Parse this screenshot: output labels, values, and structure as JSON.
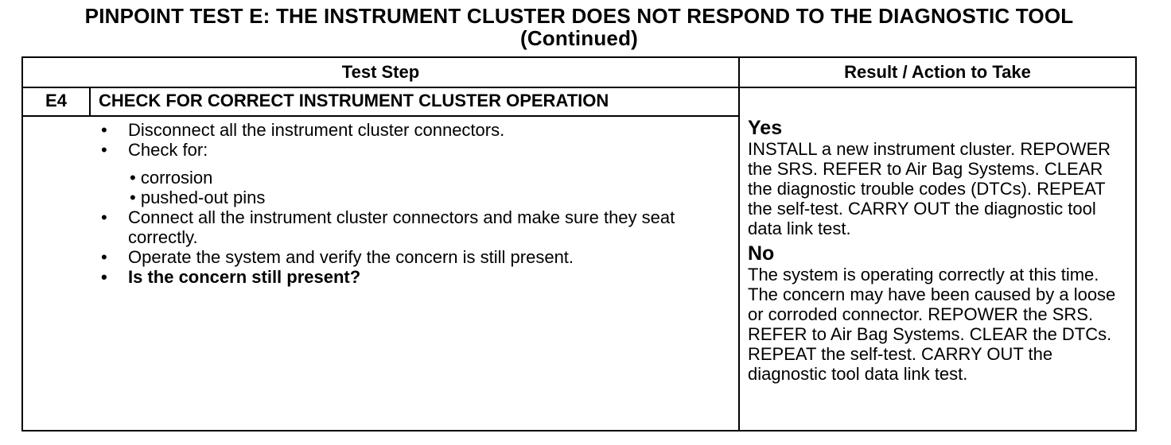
{
  "title": {
    "line1": "PINPOINT TEST  E: THE INSTRUMENT CLUSTER DOES NOT RESPOND TO THE DIAGNOSTIC TOOL",
    "line2": "(Continued)"
  },
  "table": {
    "headers": {
      "test_step": "Test Step",
      "result": "Result / Action to Take"
    },
    "step": {
      "id": "E4",
      "title": "CHECK FOR CORRECT INSTRUMENT CLUSTER OPERATION",
      "bullet_char": "•",
      "sub_bullet_char": "•",
      "items": [
        "Disconnect all the instrument cluster connectors.",
        "Check for:"
      ],
      "sub_items": [
        "corrosion",
        "pushed-out pins"
      ],
      "items_after": [
        "Connect all the instrument cluster connectors and make sure they seat correctly.",
        "Operate the system and verify the concern is still present."
      ],
      "question": "Is the concern still present?"
    },
    "results": {
      "yes_label": "Yes",
      "yes_text": "INSTALL a new instrument cluster. REPOWER the SRS. REFER to Air Bag Systems. CLEAR the diagnostic trouble codes (DTCs). REPEAT the self-test. CARRY OUT the diagnostic tool data link test.",
      "no_label": "No",
      "no_text": "The system is operating correctly at this time. The concern may have been caused by a loose or corroded connector. REPOWER the SRS. REFER to Air Bag Systems. CLEAR the DTCs. REPEAT the self-test. CARRY OUT the diagnostic tool data link test."
    }
  }
}
